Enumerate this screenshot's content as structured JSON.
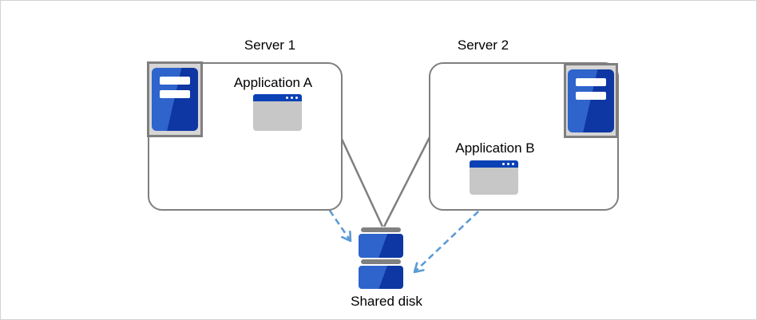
{
  "diagram": {
    "servers": [
      {
        "label": "Server 1",
        "app": {
          "label": "Application A"
        }
      },
      {
        "label": "Server 2",
        "app": {
          "label": "Application B"
        }
      }
    ],
    "disk": {
      "label": "Shared disk"
    }
  },
  "icons": {
    "server_tower": "server-tower-icon",
    "app_window": "app-window-icon",
    "shared_disk": "disk-stack-icon"
  },
  "colors": {
    "box_border_gray": "#7f7f7f",
    "icon_frame_gray": "#d6d6d6",
    "icon_blue_light": "#2e64cc",
    "icon_blue_dark": "#0e37a3",
    "window_titlebar_blue": "#0b41b5",
    "window_body_gray": "#c7c7c7",
    "disk_cap_gray": "#808080",
    "arrow_blue": "#5b9bd5",
    "text_color": "#000000"
  }
}
